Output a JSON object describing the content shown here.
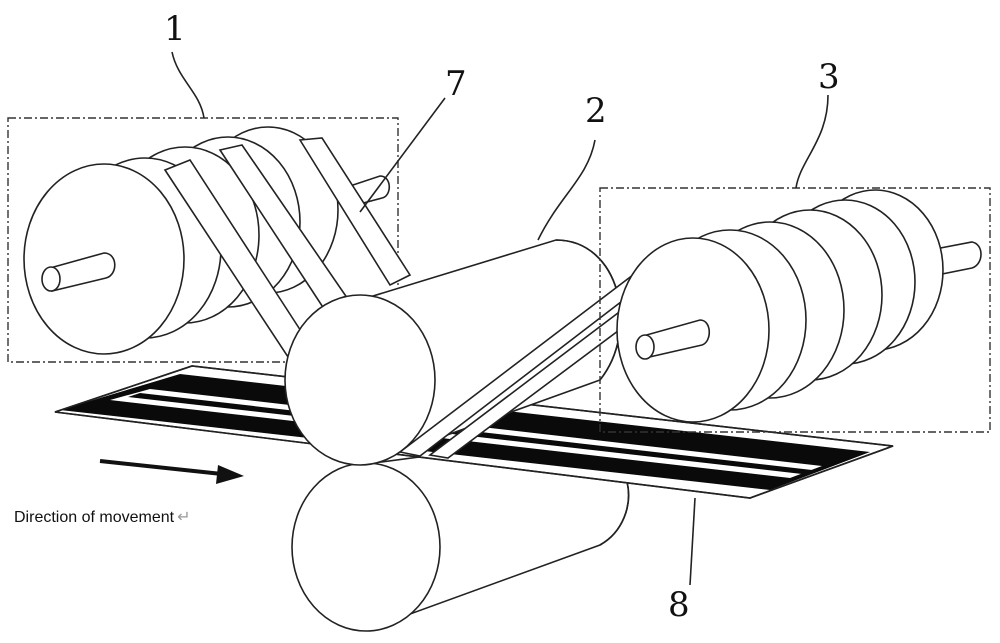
{
  "labels": {
    "label_1": "1",
    "label_2": "2",
    "label_3": "3",
    "label_7": "7",
    "label_8": "8"
  },
  "caption": {
    "direction_text": "Direction of movement",
    "return_glyph": "↵"
  },
  "colors": {
    "stroke": "#222222",
    "stripe": "#0a0a0a",
    "background": "#ffffff"
  }
}
